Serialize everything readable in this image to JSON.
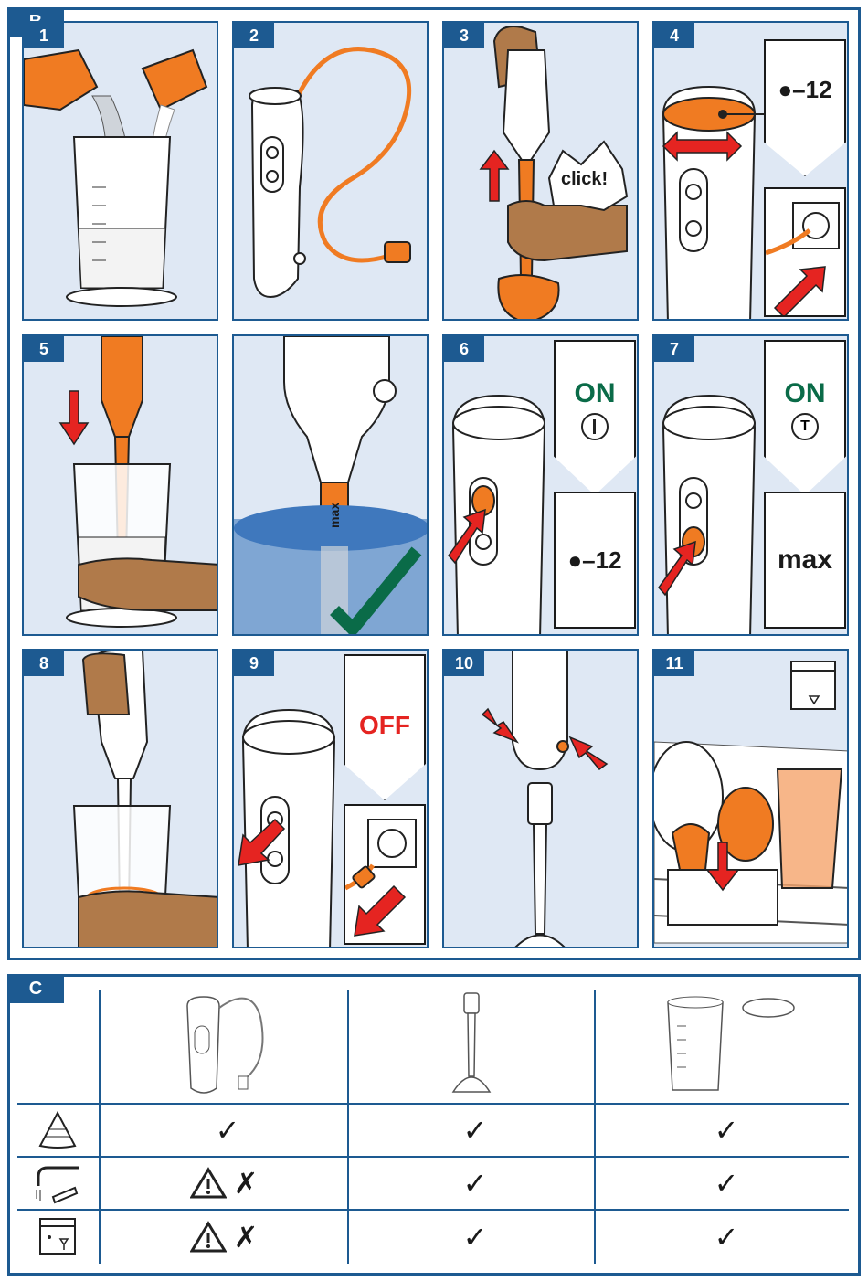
{
  "section_b": {
    "label": "B",
    "panels": [
      {
        "num": "1"
      },
      {
        "num": "2"
      },
      {
        "num": "3",
        "click": "click!"
      },
      {
        "num": "4",
        "speed": "●–12"
      },
      {
        "num": "5"
      },
      {
        "num": ""
      },
      {
        "num": "6",
        "on": "ON",
        "speed": "●–12"
      },
      {
        "num": "7",
        "on": "ON",
        "max": "max"
      },
      {
        "num": "8"
      },
      {
        "num": "9",
        "off": "OFF"
      },
      {
        "num": "10"
      },
      {
        "num": "11"
      }
    ],
    "depth_label": "max"
  },
  "section_c": {
    "label": "C",
    "columns": [
      "motor-unit",
      "blending-shaft",
      "beaker-with-lid"
    ],
    "rows": [
      {
        "icon": "wipe-cloth-icon",
        "motor": "✓",
        "shaft": "✓",
        "beaker": "✓"
      },
      {
        "icon": "tap-water-icon",
        "motor_warning": "warning-icon",
        "motor": "✗",
        "shaft": "✓",
        "beaker": "✓"
      },
      {
        "icon": "dishwasher-icon",
        "motor_warning": "warning-icon",
        "motor": "✗",
        "shaft": "✓",
        "beaker": "✓"
      }
    ]
  },
  "colors": {
    "frame": "#1d5a91",
    "panel_bg": "#dfe8f4",
    "accent": "#f07b22",
    "on": "#0a6b48",
    "off": "#e52421",
    "arrow": "#e52421"
  }
}
